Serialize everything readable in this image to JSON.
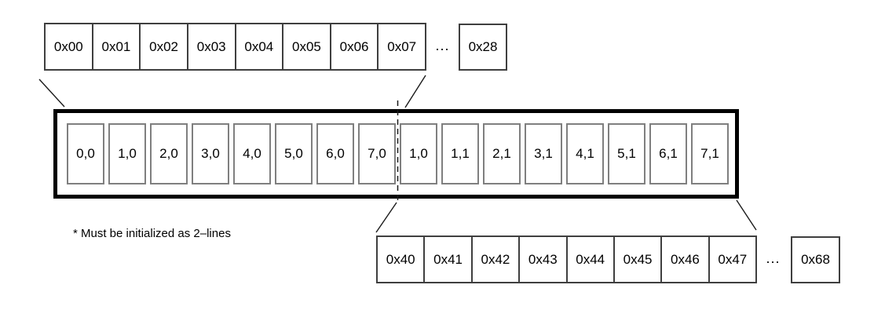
{
  "diagram": {
    "top_row": {
      "cells": [
        "0x00",
        "0x01",
        "0x02",
        "0x03",
        "0x04",
        "0x05",
        "0x06",
        "0x07"
      ],
      "ellipsis": "...",
      "end_cell": "0x28"
    },
    "cache": {
      "cells": [
        "0,0",
        "1,0",
        "2,0",
        "3,0",
        "4,0",
        "5,0",
        "6,0",
        "7,0",
        "1,0",
        "1,1",
        "2,1",
        "3,1",
        "4,1",
        "5,1",
        "6,1",
        "7,1"
      ]
    },
    "bottom_row": {
      "cells": [
        "0x40",
        "0x41",
        "0x42",
        "0x43",
        "0x44",
        "0x45",
        "0x46",
        "0x47"
      ],
      "ellipsis": "...",
      "end_cell": "0x68"
    },
    "footnote": "* Must be initialized as 2–lines"
  },
  "colors": {
    "background": "#ffffff",
    "row_border": "#3f3f3f",
    "cache_cell_border": "#7f7f7f",
    "container_border": "#000000",
    "line": "#1a1a1a"
  }
}
